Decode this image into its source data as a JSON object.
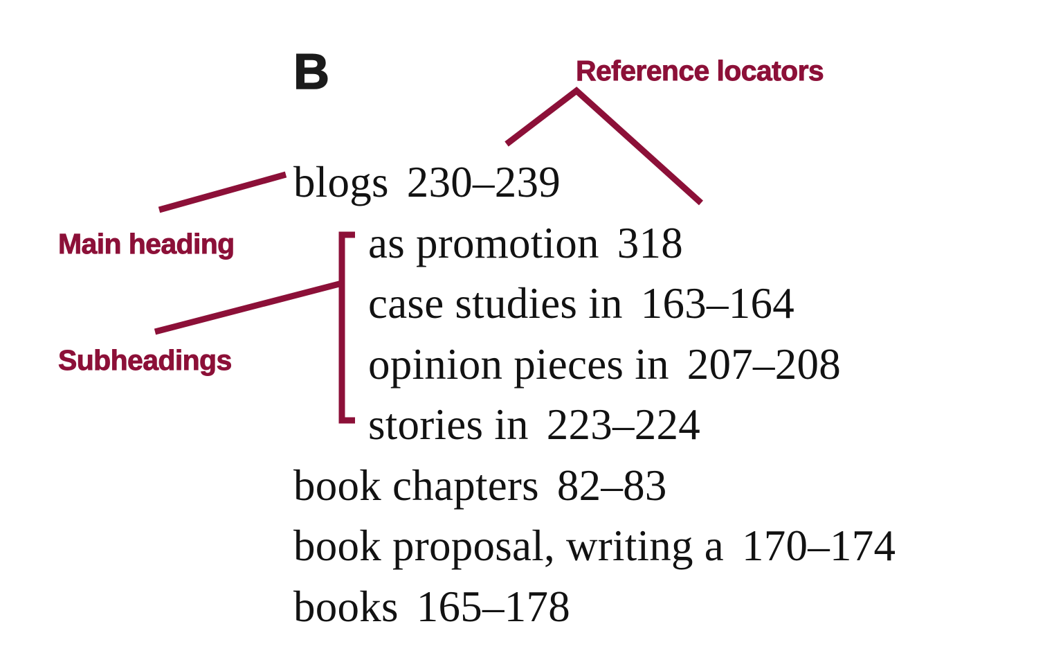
{
  "figure": {
    "type": "index-entry-anatomy-diagram",
    "background_color": "#ffffff",
    "accent_color": "#8c1038",
    "text_color": "#121212"
  },
  "section_letter": "B",
  "index_entries": [
    {
      "level": "main",
      "term": "blogs",
      "locator": "230–239"
    },
    {
      "level": "sub",
      "term": "as promotion",
      "locator": "318"
    },
    {
      "level": "sub",
      "term": "case studies in",
      "locator": "163–164"
    },
    {
      "level": "sub",
      "term": "opinion pieces in",
      "locator": "207–208"
    },
    {
      "level": "sub",
      "term": "stories in",
      "locator": "223–224"
    },
    {
      "level": "main",
      "term": "book chapters",
      "locator": "82–83"
    },
    {
      "level": "main",
      "term": "book proposal, writing a",
      "locator": "170–174"
    },
    {
      "level": "main",
      "term": "books",
      "locator": "165–178"
    }
  ],
  "callouts": {
    "main_heading": "Main heading",
    "subheadings": "Subheadings",
    "reference_locators": "Reference locators"
  }
}
